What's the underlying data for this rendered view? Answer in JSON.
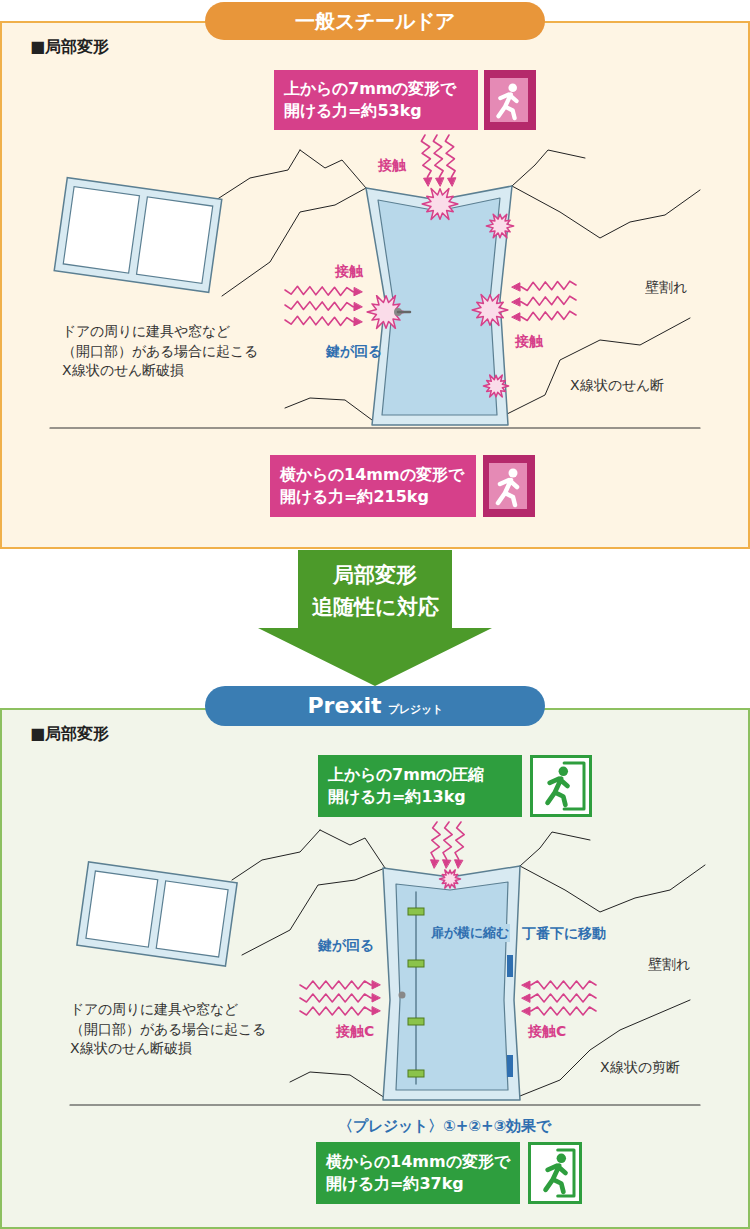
{
  "diagram": {
    "nodes": [
      {
        "text": [
          "一般スチールドア"
        ]
      },
      {
        "text": [
          "■局部変形"
        ]
      },
      {
        "text": [
          "上からの7mmの変形で 開ける力=約53kg"
        ],
        "in": 1
      },
      {
        "text": [
          "横からの14mmの変形で 開ける力=約215kg"
        ],
        "in": 1
      },
      {
        "text": [
          "局部変形 追随性に対応"
        ]
      },
      {
        "text": [
          "Prexit",
          "プレジット"
        ]
      },
      {
        "text": [
          "■局部変形"
        ]
      },
      {
        "text": [
          "上からの7mmの圧縮 開ける力=約13kg"
        ],
        "in": 6
      },
      {
        "text": [
          "横からの14mmの変形で 開ける力=約37kg"
        ],
        "in": 6
      }
    ],
    "labels": [
      "接触",
      "接触",
      "鍵が回る",
      "接触",
      "壁割れ",
      "X線状のせん断",
      "ドアの周りに建具や窓など （開口部）がある場合に起こる X線状のせん断破損",
      "鍵が回る",
      "扉が横に縮む",
      "丁番下に移動",
      "接触C",
      "接触C",
      "壁割れ",
      "X線状の剪断",
      "ドアの周りに建具や窓など （開口部）がある場合に起こる X線状のせん断破損",
      "〈プレジット〉①+②+③効果で"
    ]
  }
}
